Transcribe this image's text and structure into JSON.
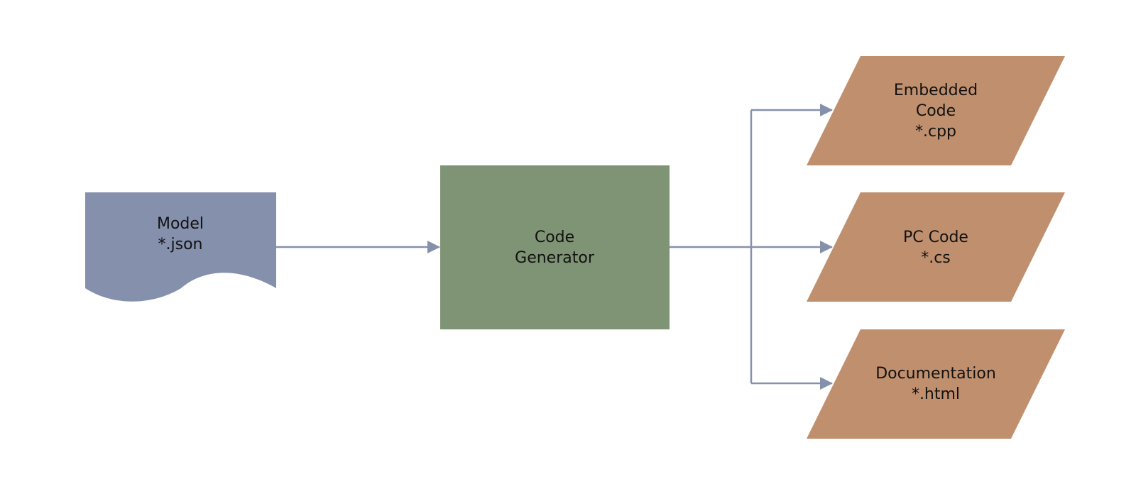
{
  "colors": {
    "document": "#8590ac",
    "process": "#7f9474",
    "output": "#c0906e",
    "connector": "#8591ab",
    "text": "#111111"
  },
  "nodes": {
    "model": {
      "shape": "document",
      "lines": [
        "Model",
        "*.json"
      ]
    },
    "generator": {
      "shape": "process",
      "lines": [
        "Code",
        "Generator"
      ]
    },
    "embedded": {
      "shape": "data-parallelogram",
      "lines": [
        "Embedded",
        "Code",
        "*.cpp"
      ]
    },
    "pc": {
      "shape": "data-parallelogram",
      "lines": [
        "PC Code",
        "*.cs"
      ]
    },
    "docs": {
      "shape": "data-parallelogram",
      "lines": [
        "Documentation",
        "*.html"
      ]
    }
  },
  "edges": [
    {
      "from": "model",
      "to": "generator"
    },
    {
      "from": "generator",
      "to": "embedded"
    },
    {
      "from": "generator",
      "to": "pc"
    },
    {
      "from": "generator",
      "to": "docs"
    }
  ]
}
